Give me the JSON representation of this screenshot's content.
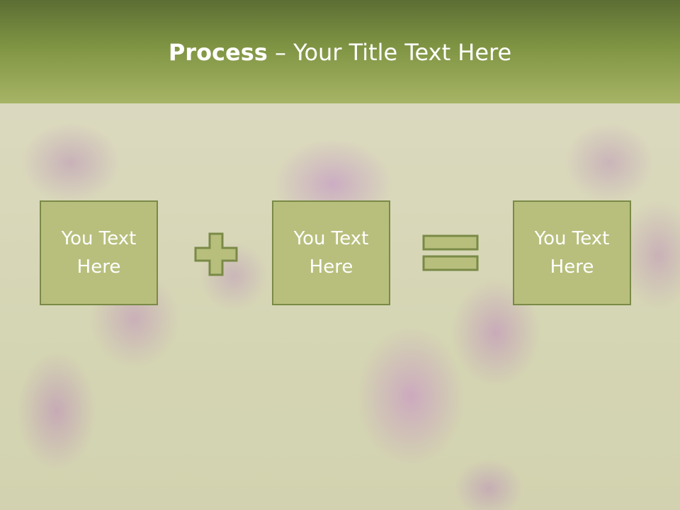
{
  "slide": {
    "title_bold": "Process",
    "title_rest": " – Your Title Text Here",
    "boxes": [
      {
        "text": "You Text\nHere"
      },
      {
        "text": "You Text\nHere"
      },
      {
        "text": "You Text\nHere"
      }
    ],
    "operators": [
      "plus-icon",
      "equals-icon"
    ]
  },
  "colors": {
    "header_dark": "#5c6e34",
    "header_light": "#a6b565",
    "box_fill": "#b8bf7c",
    "box_border": "#7a8a47",
    "text": "#ffffff"
  }
}
